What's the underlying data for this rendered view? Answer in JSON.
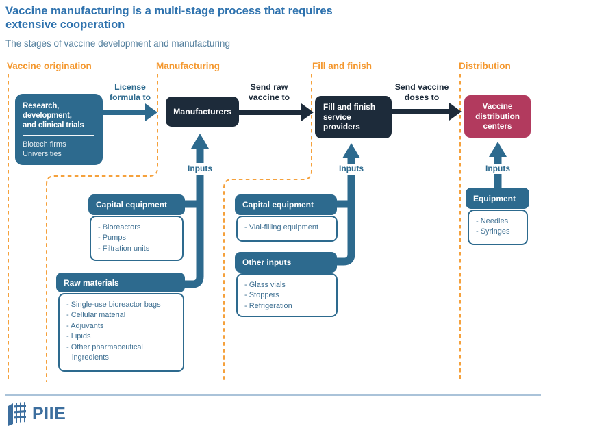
{
  "page": {
    "title_lines": [
      "Vaccine manufacturing is a multi-stage process that requires",
      "extensive cooperation"
    ],
    "subtitle": "The stages of vaccine development and manufacturing"
  },
  "stage_labels": {
    "origination": "Vaccine origination",
    "manufacturing": "Manufacturing",
    "fill_finish": "Fill and finish",
    "distribution": "Distribution"
  },
  "flow": {
    "research_box": {
      "title_lines": [
        "Research,",
        "development,",
        "and clinical trials"
      ],
      "subitems": [
        "Biotech firms",
        "Universities"
      ]
    },
    "license_arrow_label_lines": [
      "License",
      "formula to"
    ],
    "manufacturers_label": "Manufacturers",
    "send_raw_label_lines": [
      "Send raw",
      "vaccine to"
    ],
    "fill_finish_label_lines": [
      "Fill and finish",
      "service",
      "providers"
    ],
    "send_doses_label_lines": [
      "Send vaccine",
      "doses to"
    ],
    "distribution_label_lines": [
      "Vaccine",
      "distribution",
      "centers"
    ],
    "inputs_labels": {
      "manufacturing": "Inputs",
      "fill_finish": "Inputs",
      "distribution": "Inputs"
    }
  },
  "input_groups": {
    "mfg_capital": {
      "header": "Capital equipment",
      "items": [
        "- Bioreactors",
        "- Pumps",
        "- Filtration units"
      ]
    },
    "mfg_raw": {
      "header": "Raw materials",
      "items": [
        "- Single-use bioreactor bags",
        "- Cellular material",
        "- Adjuvants",
        "- Lipids",
        "- Other pharmaceutical ingredients"
      ]
    },
    "ff_capital": {
      "header": "Capital equipment",
      "items": [
        "- Vial-filling equipment"
      ]
    },
    "ff_other": {
      "header": "Other inputs",
      "items": [
        "- Glass vials",
        "- Stoppers",
        "- Refrigeration"
      ]
    },
    "dist_equipment": {
      "header": "Equipment",
      "items": [
        "- Needles",
        "- Syringes"
      ]
    }
  },
  "footer": {
    "logo_text": "PIIE"
  },
  "colors": {
    "steel_blue": "#2d6a8e",
    "dark_navy": "#1d2b3a",
    "crimson": "#b23a5e",
    "orange": "#f4982f",
    "title_blue": "#2e72ae",
    "subtitle_blue": "#56819f",
    "list_text": "#3f7092",
    "footer_rule": "#aac3d9",
    "logo_blue": "#3c6e9e"
  }
}
